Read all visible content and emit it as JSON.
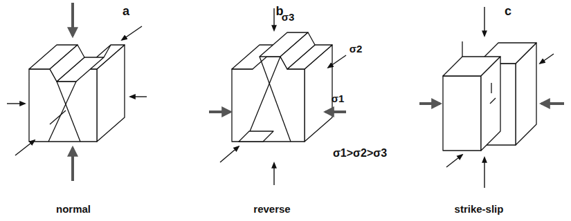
{
  "diagram": {
    "labels": [
      "a",
      "b",
      "c",
      "σ3",
      "σ2",
      "σ1",
      "σ1>σ2>σ3",
      "normal",
      "reverse",
      "strike-slip"
    ]
  }
}
